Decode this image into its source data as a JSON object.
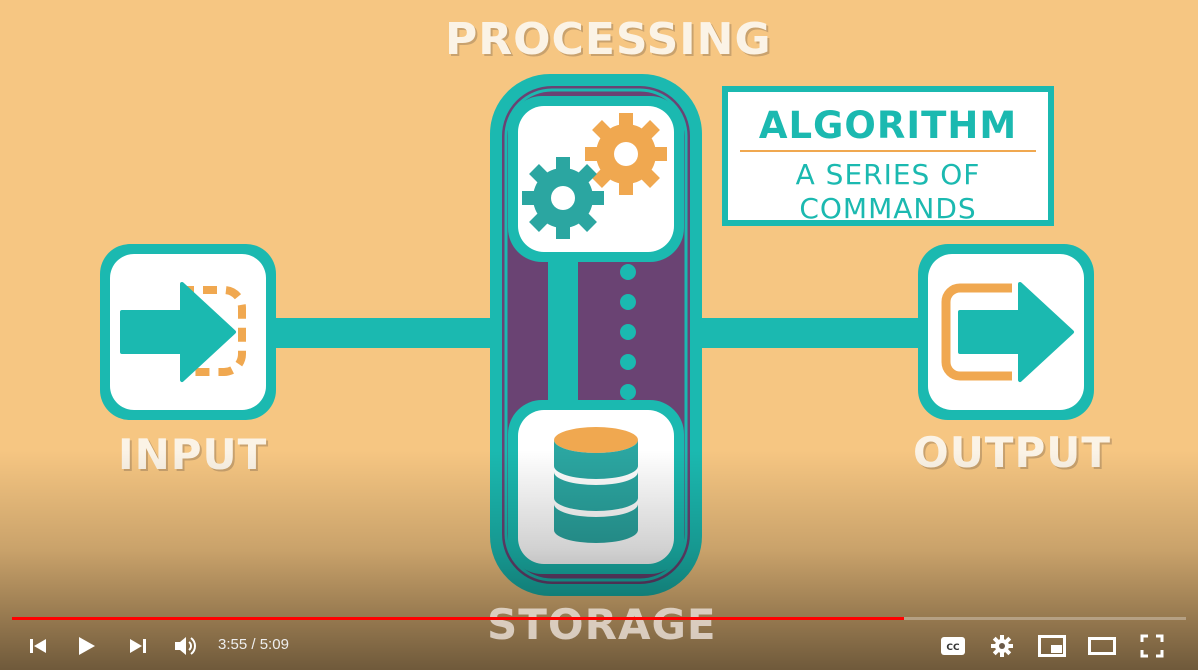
{
  "scene": {
    "processing_label": "PROCESSING",
    "input_label": "INPUT",
    "output_label": "OUTPUT",
    "storage_label": "STORAGE",
    "algorithm": {
      "title": "ALGORITHM",
      "subtitle_line1": "A SERIES OF",
      "subtitle_line2": "COMMANDS"
    },
    "colors": {
      "background": "#f6c682",
      "teal": "#1bb9b0",
      "purple": "#6a4373",
      "orange": "#f0a850",
      "white": "#ffffff"
    }
  },
  "player": {
    "current_time": "3:55",
    "time_separator": " / ",
    "duration": "5:09",
    "progress_fraction": 0.76,
    "icons": [
      "previous-icon",
      "play-icon",
      "next-icon",
      "volume-icon",
      "captions-icon",
      "settings-icon",
      "miniplayer-icon",
      "theater-mode-icon",
      "fullscreen-icon"
    ]
  }
}
